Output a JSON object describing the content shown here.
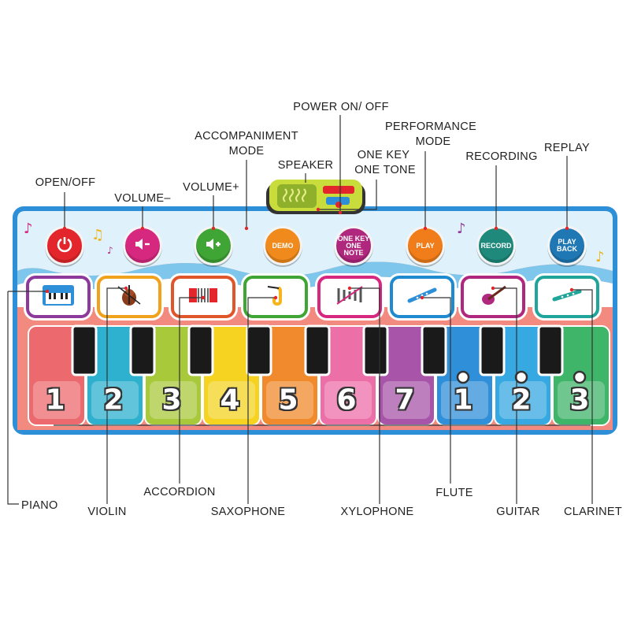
{
  "labels": {
    "power": "POWER ON/ OFF",
    "performance_line1": "PERFORMANCE",
    "performance_line2": "MODE",
    "accompaniment_line1": "ACCOMPANIMENT",
    "accompaniment_line2": "MODE",
    "one_key_line1": "ONE KEY",
    "one_key_line2": "ONE TONE",
    "speaker": "SPEAKER",
    "recording": "RECORDING",
    "replay": "REPLAY",
    "open_off": "OPEN/OFF",
    "volume_minus": "VOLUME–",
    "volume_plus": "VOLUME+",
    "piano": "PIANO",
    "violin": "VIOLIN",
    "accordion": "ACCORDION",
    "saxophone": "SAXOPHONE",
    "xylophone": "XYLOPHONE",
    "flute": "FLUTE",
    "guitar": "GUITAR",
    "clarinet": "CLARINET"
  },
  "buttons": [
    {
      "name": "power-button",
      "text": "",
      "color": "#e3262b",
      "icon": "power-icon"
    },
    {
      "name": "volume-minus-button",
      "text": "",
      "color": "#d6287f",
      "icon": "speaker-minus-icon"
    },
    {
      "name": "volume-plus-button",
      "text": "",
      "color": "#3fa535",
      "icon": "speaker-plus-icon"
    },
    {
      "name": "demo-button",
      "text": "DEMO",
      "color": "#f08a1c"
    },
    {
      "name": "one-key-one-note-button",
      "text": "ONE KEY ONE NOTE",
      "color": "#b0277e"
    },
    {
      "name": "play-button",
      "text": "PLAY",
      "color": "#f07d19"
    },
    {
      "name": "record-button",
      "text": "RECORD",
      "color": "#1f8a7c"
    },
    {
      "name": "play-back-button",
      "text": "PLAY BACK",
      "color": "#1f78b4"
    }
  ],
  "instruments": [
    {
      "name": "piano-icon",
      "border": "#8e3a9c"
    },
    {
      "name": "violin-icon",
      "border": "#f0a21c"
    },
    {
      "name": "accordion-icon",
      "border": "#e0562a"
    },
    {
      "name": "saxophone-icon",
      "border": "#3fa535"
    },
    {
      "name": "xylophone-icon",
      "border": "#d6287f"
    },
    {
      "name": "flute-icon",
      "border": "#1f8ad0"
    },
    {
      "name": "guitar-icon",
      "border": "#b0277e"
    },
    {
      "name": "clarinet-icon",
      "border": "#1fa59a"
    }
  ],
  "keys": [
    {
      "num": "1",
      "dot": false,
      "color": "#ec6a6e"
    },
    {
      "num": "2",
      "dot": false,
      "color": "#2eb1cf"
    },
    {
      "num": "3",
      "dot": false,
      "color": "#a8c93a"
    },
    {
      "num": "4",
      "dot": false,
      "color": "#f5d320"
    },
    {
      "num": "5",
      "dot": false,
      "color": "#f08a2c"
    },
    {
      "num": "6",
      "dot": false,
      "color": "#ec6fa8"
    },
    {
      "num": "7",
      "dot": false,
      "color": "#a854a8"
    },
    {
      "num": "1",
      "dot": true,
      "color": "#2f8fd8"
    },
    {
      "num": "2",
      "dot": true,
      "color": "#37a9e2"
    },
    {
      "num": "3",
      "dot": true,
      "color": "#3fb56a"
    }
  ],
  "colors": {
    "mat_border": "#2d8fd8",
    "mat_top": "#dff2fb",
    "mat_bottom": "#f28a80",
    "speaker_body": "#c8dc3c"
  }
}
